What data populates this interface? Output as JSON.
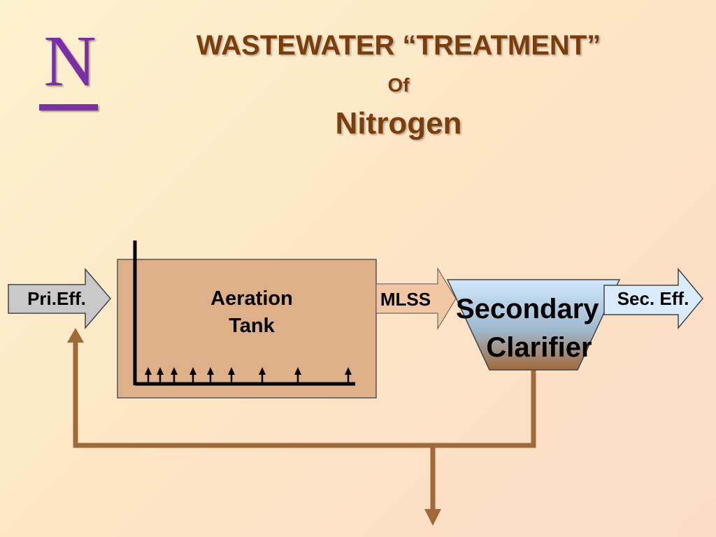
{
  "logo": {
    "letter": "N"
  },
  "title": {
    "line1": "WASTEWATER “TREATMENT”",
    "line2": "Of",
    "line3": "Nitrogen"
  },
  "diagram": {
    "primary_effluent": "Pri.Eff.",
    "aeration_tank": [
      "Aeration",
      "Tank"
    ],
    "mlss": "MLSS",
    "clarifier": [
      "Secondary",
      "Clarifier"
    ],
    "secondary_effluent": "Sec. Eff."
  },
  "colors": {
    "title": "#7a3d0e",
    "logo": "#7a2fa7",
    "tank_fill": "#ddb087",
    "mlss_arrow": "#f1c7a4",
    "pipe": "#a0693a",
    "pri_arrow": "#c8c8c8",
    "sec_arrow": "#d8ecfb"
  }
}
